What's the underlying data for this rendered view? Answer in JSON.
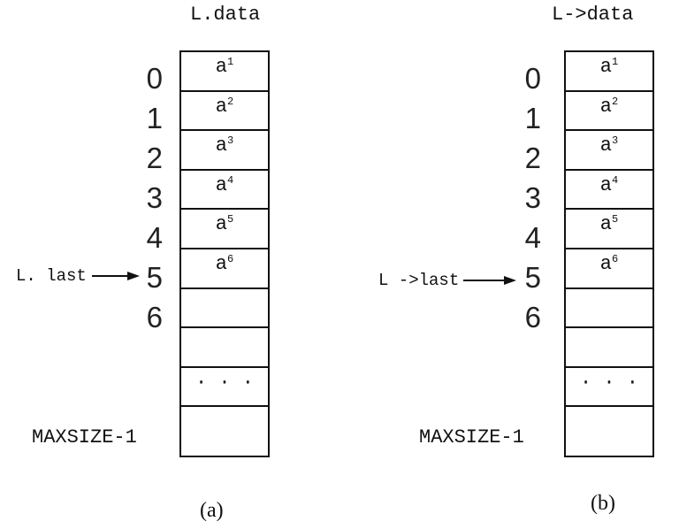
{
  "panels": [
    {
      "title": "L.data",
      "caption": "(a)",
      "pointer_label": "L. last",
      "max_label": "MAXSIZE-1",
      "indices": [
        "0",
        "1",
        "2",
        "3",
        "4",
        "5",
        "6"
      ],
      "cells": [
        {
          "base": "a",
          "sub": "1"
        },
        {
          "base": "a",
          "sub": "2"
        },
        {
          "base": "a",
          "sub": "3"
        },
        {
          "base": "a",
          "sub": "4"
        },
        {
          "base": "a",
          "sub": "5"
        },
        {
          "base": "a",
          "sub": "6"
        },
        {
          "base": "",
          "sub": ""
        },
        {
          "base": "",
          "sub": ""
        },
        {
          "base": "· · ·",
          "sub": ""
        },
        {
          "base": "",
          "sub": ""
        }
      ]
    },
    {
      "title": "L->data",
      "caption": "(b)",
      "pointer_label": "L ->last",
      "max_label": "MAXSIZE-1",
      "indices": [
        "0",
        "1",
        "2",
        "3",
        "4",
        "5",
        "6"
      ],
      "cells": [
        {
          "base": "a",
          "sub": "1"
        },
        {
          "base": "a",
          "sub": "2"
        },
        {
          "base": "a",
          "sub": "3"
        },
        {
          "base": "a",
          "sub": "4"
        },
        {
          "base": "a",
          "sub": "5"
        },
        {
          "base": "a",
          "sub": "6"
        },
        {
          "base": "",
          "sub": ""
        },
        {
          "base": "",
          "sub": ""
        },
        {
          "base": "· · ·",
          "sub": ""
        },
        {
          "base": "",
          "sub": ""
        }
      ]
    }
  ]
}
